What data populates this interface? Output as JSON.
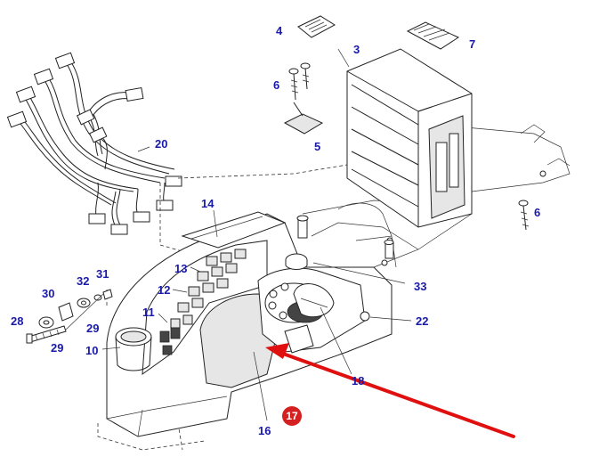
{
  "colors": {
    "callout_text": "#1a1aa8",
    "highlight_badge": "#d42020",
    "arrow": "#e01010",
    "line_art": "#222222"
  },
  "callouts": [
    {
      "id": "c4",
      "label": "4"
    },
    {
      "id": "c3",
      "label": "3"
    },
    {
      "id": "c7",
      "label": "7"
    },
    {
      "id": "c6a",
      "label": "6"
    },
    {
      "id": "c5",
      "label": "5"
    },
    {
      "id": "c20",
      "label": "20"
    },
    {
      "id": "c6b",
      "label": "6"
    },
    {
      "id": "c14",
      "label": "14"
    },
    {
      "id": "c13",
      "label": "13"
    },
    {
      "id": "c32",
      "label": "32"
    },
    {
      "id": "c31",
      "label": "31"
    },
    {
      "id": "c30",
      "label": "30"
    },
    {
      "id": "c12",
      "label": "12"
    },
    {
      "id": "c33",
      "label": "33"
    },
    {
      "id": "c11",
      "label": "11"
    },
    {
      "id": "c28",
      "label": "28"
    },
    {
      "id": "c29a",
      "label": "29"
    },
    {
      "id": "c22",
      "label": "22"
    },
    {
      "id": "c29b",
      "label": "29"
    },
    {
      "id": "c10",
      "label": "10"
    },
    {
      "id": "c18",
      "label": "18"
    },
    {
      "id": "c16",
      "label": "16"
    }
  ],
  "highlight": {
    "label": "17"
  }
}
